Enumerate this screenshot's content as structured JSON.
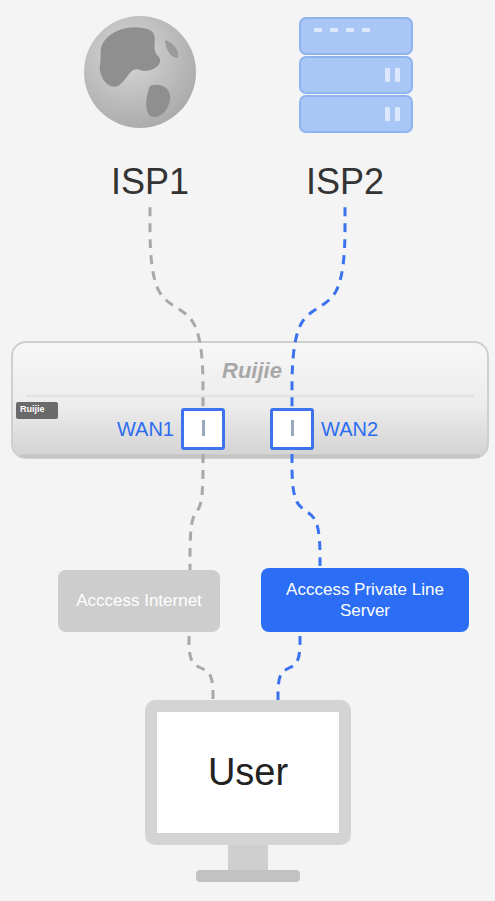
{
  "diagram": {
    "nodes": [
      {
        "text": [
          "ISP1"
        ]
      },
      {
        "text": [
          "ISP2"
        ]
      },
      {
        "text": [
          "WAN1"
        ]
      },
      {
        "text": [
          "WAN2"
        ]
      },
      {
        "text": [
          "Acccess Internet"
        ]
      },
      {
        "text": [
          "Acccess Private Line Server"
        ]
      },
      {
        "text": [
          "User"
        ]
      }
    ],
    "edges": [
      {
        "from": 0,
        "to": 2,
        "arrow": "none"
      },
      {
        "from": 1,
        "to": 3,
        "arrow": "none"
      },
      {
        "from": 2,
        "to": 4,
        "arrow": "none"
      },
      {
        "from": 3,
        "to": 5,
        "arrow": "none"
      },
      {
        "from": 4,
        "to": 6,
        "arrow": "none"
      },
      {
        "from": 5,
        "to": 6,
        "arrow": "none"
      }
    ],
    "labels": [
      "Ruijie",
      "Ruijie"
    ]
  }
}
